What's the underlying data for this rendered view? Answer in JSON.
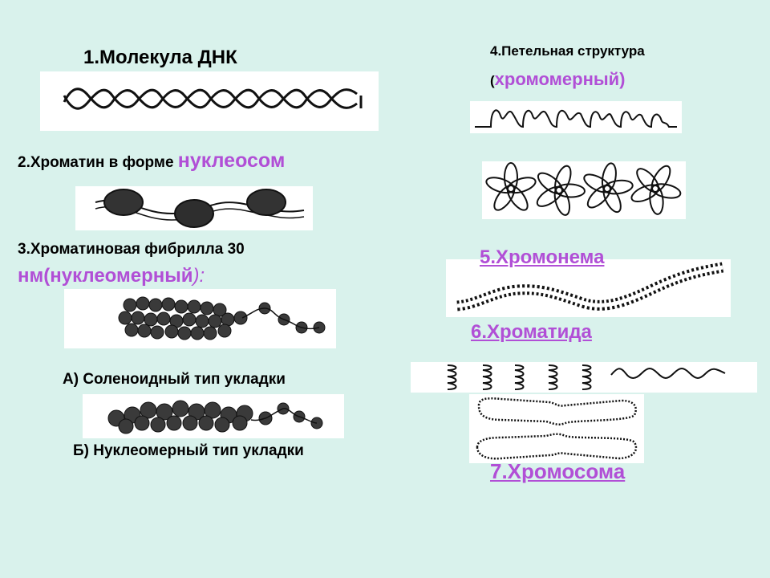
{
  "labels": {
    "l1": "1.Молекула ДНК",
    "l2a": "2.Хроматин в форме ",
    "l2b": "нуклеосом",
    "l3a": "3.Хроматиновая фибрилла 30",
    "l3b": "нм(нуклеомерный",
    "l3c": "):",
    "lA": "А) Соленоидный тип укладки",
    "lB": "Б) Нуклеомерный тип укладки",
    "l4a": "4.Петельная структура",
    "l4b": "(",
    "l4c": "хромомерный)",
    "l5": "5.Хромонема",
    "l6": "6.Хроматида",
    "l7": "7.Хромосома"
  },
  "colors": {
    "background": "#d9f2ec",
    "accent": "#b14fd6",
    "text": "#000000"
  }
}
